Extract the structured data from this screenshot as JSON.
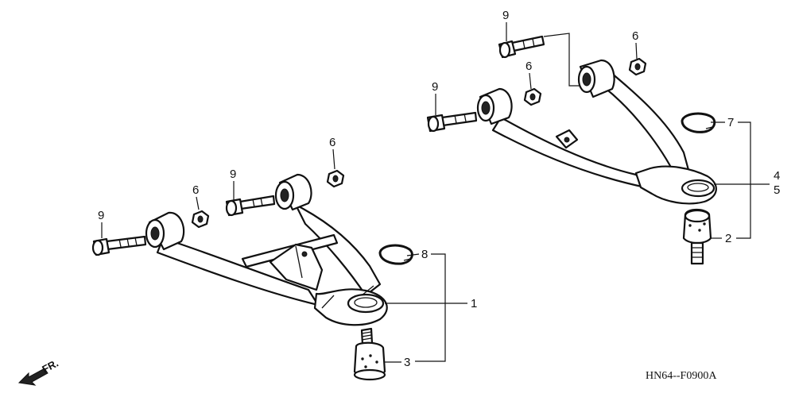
{
  "diagram": {
    "drawing_code": "HN64--F0900A",
    "direction_label": "FR.",
    "callouts": [
      {
        "id": "c9a",
        "label": "9"
      },
      {
        "id": "c9b",
        "label": "9"
      },
      {
        "id": "c9c",
        "label": "9"
      },
      {
        "id": "c9d",
        "label": "9"
      },
      {
        "id": "c6a",
        "label": "6"
      },
      {
        "id": "c6b",
        "label": "6"
      },
      {
        "id": "c6c",
        "label": "6"
      },
      {
        "id": "c6d",
        "label": "6"
      },
      {
        "id": "c8",
        "label": "8"
      },
      {
        "id": "c1",
        "label": "1"
      },
      {
        "id": "c3",
        "label": "3"
      },
      {
        "id": "c7",
        "label": "7"
      },
      {
        "id": "c4",
        "label": "4"
      },
      {
        "id": "c5",
        "label": "5"
      },
      {
        "id": "c2",
        "label": "2"
      }
    ]
  }
}
